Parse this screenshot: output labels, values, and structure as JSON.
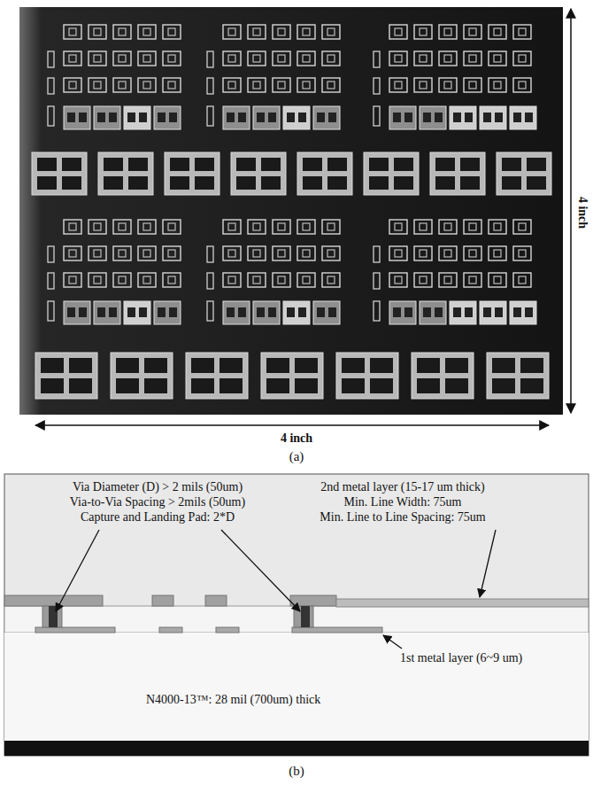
{
  "diagram": {
    "labels": [
      "4 inch",
      "4 inch",
      "(a)",
      "Via Diameter (D) > 2 mils (50um)",
      "Via-to-Via Spacing > 2mils (50um)",
      "Capture and Landing Pad: 2*D",
      "2nd metal layer (15-17 um thick)",
      "Min. Line Width: 75um",
      "Min. Line to Line Spacing: 75um",
      "1st metal layer (6~9 um)",
      "N4000-13™: 28 mil (700um) thick",
      "(b)"
    ]
  }
}
